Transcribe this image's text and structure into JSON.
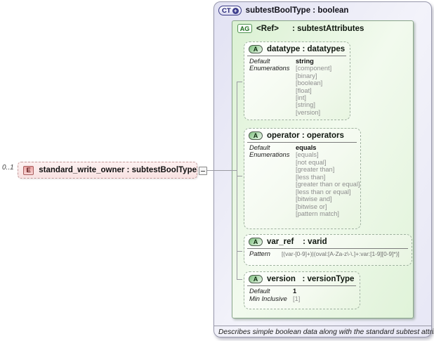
{
  "element": {
    "cardinality": "0..1",
    "icon_letter": "E",
    "label": "standard_write_owner : subtestBoolType"
  },
  "complex_type": {
    "badge": "CT",
    "plus": "+",
    "title": "subtestBoolType : boolean",
    "annotation": "Describes simple boolean data along with the standard subtest attributes."
  },
  "attribute_group": {
    "badge": "AG",
    "title": "<Ref>      : subtestAttributes",
    "attributes": [
      {
        "badge": "A",
        "title": "datatype : datatypes",
        "facts": [
          {
            "label": "Default",
            "value": "string"
          },
          {
            "label": "Enumerations",
            "value": "[component]"
          },
          {
            "label": "",
            "value": "[binary]"
          },
          {
            "label": "",
            "value": "[boolean]"
          },
          {
            "label": "",
            "value": "[float]"
          },
          {
            "label": "",
            "value": "[int]"
          },
          {
            "label": "",
            "value": "[string]"
          },
          {
            "label": "",
            "value": "[version]"
          }
        ]
      },
      {
        "badge": "A",
        "title": "operator : operators",
        "facts": [
          {
            "label": "Default",
            "value": "equals"
          },
          {
            "label": "Enumerations",
            "value": "[equals]"
          },
          {
            "label": "",
            "value": "[not equal]"
          },
          {
            "label": "",
            "value": "[greater than]"
          },
          {
            "label": "",
            "value": "[less than]"
          },
          {
            "label": "",
            "value": "[greater than or equal]"
          },
          {
            "label": "",
            "value": "[less than or equal]"
          },
          {
            "label": "",
            "value": "[bitwise and]"
          },
          {
            "label": "",
            "value": "[bitwise or]"
          },
          {
            "label": "",
            "value": "[pattern match]"
          }
        ]
      },
      {
        "badge": "A",
        "title": "var_ref    : varid",
        "facts": [
          {
            "label": "Pattern",
            "value": "[(var-[0-9]+)|(oval:[A-Za-z\\-\\.]+:var:[1-9][0-9]*)]"
          }
        ]
      },
      {
        "badge": "A",
        "title": "version   : versionType",
        "facts": [
          {
            "label": "Default",
            "value": "1"
          },
          {
            "label": "Min Inclusive",
            "value": "[1]"
          }
        ]
      }
    ]
  }
}
